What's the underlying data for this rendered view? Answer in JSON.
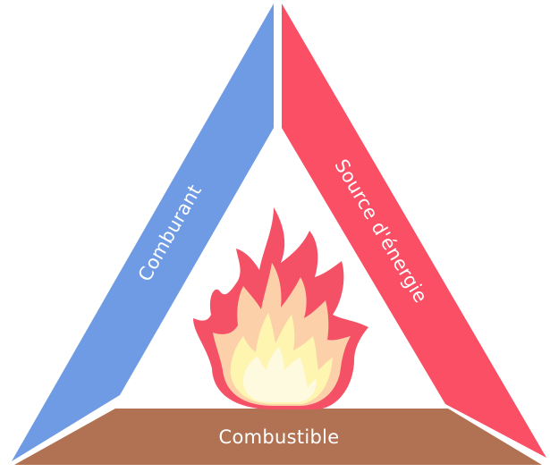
{
  "diagram": {
    "left_side": {
      "label": "Comburant",
      "color": "#6f9be4"
    },
    "right_side": {
      "label": "Source d'énergie",
      "color": "#fa4f65"
    },
    "base": {
      "label": "Combustible",
      "color": "#b07252"
    },
    "flame": {
      "outer_color": "#f55166",
      "middle_color": "#fcd1aa",
      "inner_color": "#fdf5b0",
      "core_color": "#fdfadf"
    }
  }
}
